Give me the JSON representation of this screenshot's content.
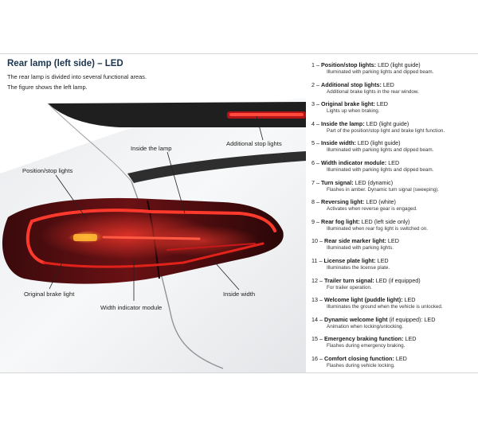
{
  "header": {
    "title": "Rear lamp (left side) – LED",
    "intro_line1": "The rear lamp is divided into several functional areas.",
    "intro_line2": "The figure shows the left lamp."
  },
  "callouts": {
    "inside_the_lamp": "Inside the lamp",
    "additional_stop_lights": "Additional stop lights",
    "position_stop_lights": "Position/stop lights",
    "original_brake_light": "Original brake light",
    "width_indicator_module": "Width indicator module",
    "inside_width": "Inside width"
  },
  "legend": [
    {
      "num": "1 –",
      "name": "Position/stop lights:",
      "type": "LED (light guide)",
      "desc": "Illuminated with parking lights and dipped beam."
    },
    {
      "num": "2 –",
      "name": "Additional stop lights:",
      "type": "LED",
      "desc": "Additional brake lights in the rear window."
    },
    {
      "num": "3 –",
      "name": "Original brake light:",
      "type": "LED",
      "desc": "Lights up when braking."
    },
    {
      "num": "4 –",
      "name": "Inside the lamp:",
      "type": "LED (light guide)",
      "desc": "Part of the position/stop light and brake light function."
    },
    {
      "num": "5 –",
      "name": "Inside width:",
      "type": "LED (light guide)",
      "desc": "Illuminated with parking lights and dipped beam."
    },
    {
      "num": "6 –",
      "name": "Width indicator module:",
      "type": "LED",
      "desc": "Illuminated with parking lights and dipped beam."
    },
    {
      "num": "7 –",
      "name": "Turn signal:",
      "type": "LED (dynamic)",
      "desc": "Flashes in amber. Dynamic turn signal (sweeping)."
    },
    {
      "num": "8 –",
      "name": "Reversing light:",
      "type": "LED (white)",
      "desc": "Activates when reverse gear is engaged."
    },
    {
      "num": "9 –",
      "name": "Rear fog light:",
      "type": "LED (left side only)",
      "desc": "Illuminated when rear fog light is switched on."
    },
    {
      "num": "10 –",
      "name": "Rear side marker light:",
      "type": "LED",
      "desc": "Illuminated with parking lights."
    },
    {
      "num": "11 –",
      "name": "License plate light:",
      "type": "LED",
      "desc": "Illuminates the license plate."
    },
    {
      "num": "12 –",
      "name": "Trailer turn signal:",
      "type": "LED (if equipped)",
      "desc": "For trailer operation."
    },
    {
      "num": "13 –",
      "name": "Welcome light (puddle light):",
      "type": "LED",
      "desc": "Illuminates the ground when the vehicle is unlocked."
    },
    {
      "num": "14 –",
      "name": "Dynamic welcome light",
      "type": "(if equipped): LED",
      "desc": "Animation when locking/unlocking."
    },
    {
      "num": "15 –",
      "name": "Emergency braking function:",
      "type": "LED",
      "desc": "Flashes during emergency braking."
    },
    {
      "num": "16 –",
      "name": "Comfort closing function:",
      "type": "LED",
      "desc": "Flashes during vehicle locking."
    }
  ],
  "colors": {
    "title": "#1a3550",
    "lamp_red": "#e0221a",
    "lamp_amber": "#f3a11f",
    "trim_dark": "#2b2b2b"
  }
}
